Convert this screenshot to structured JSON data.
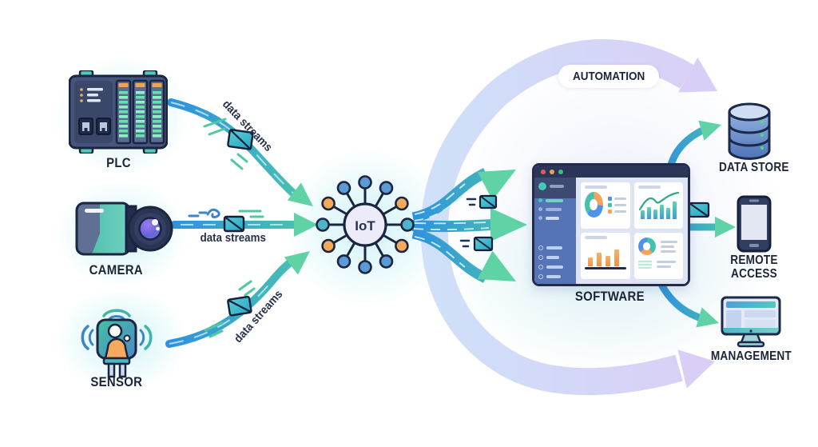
{
  "nodes": {
    "plc": "PLC",
    "camera": "CAMERA",
    "sensor": "SENSOR",
    "iot": "IoT",
    "software": "SOFTWARE",
    "data_store": "DATA STORE",
    "remote_access": "REMOTE ACCESS",
    "management": "MANAGEMENT"
  },
  "labels": {
    "automation": "AUTOMATION",
    "stream_plc": "data streams",
    "stream_camera": "data streams",
    "stream_sensor": "data streams"
  },
  "palette": {
    "stream_blue": "#2f8fe0",
    "stream_green": "#4cc9a8",
    "loop_blue": "#cfe0f8",
    "loop_lavender": "#d9cef6",
    "node_orange": "#f5a95c",
    "node_blue": "#5b9bd5",
    "outline_navy": "#1b2540",
    "label_ink": "#1c2436",
    "envelope_teal": "#3fbfc4",
    "window_titlebar": "#2b3558",
    "window_sidebar_blue": "#5673b6",
    "chart_orange": "#f2a35c",
    "chart_teal": "#43c3ae",
    "chart_blue": "#4f93e8"
  }
}
